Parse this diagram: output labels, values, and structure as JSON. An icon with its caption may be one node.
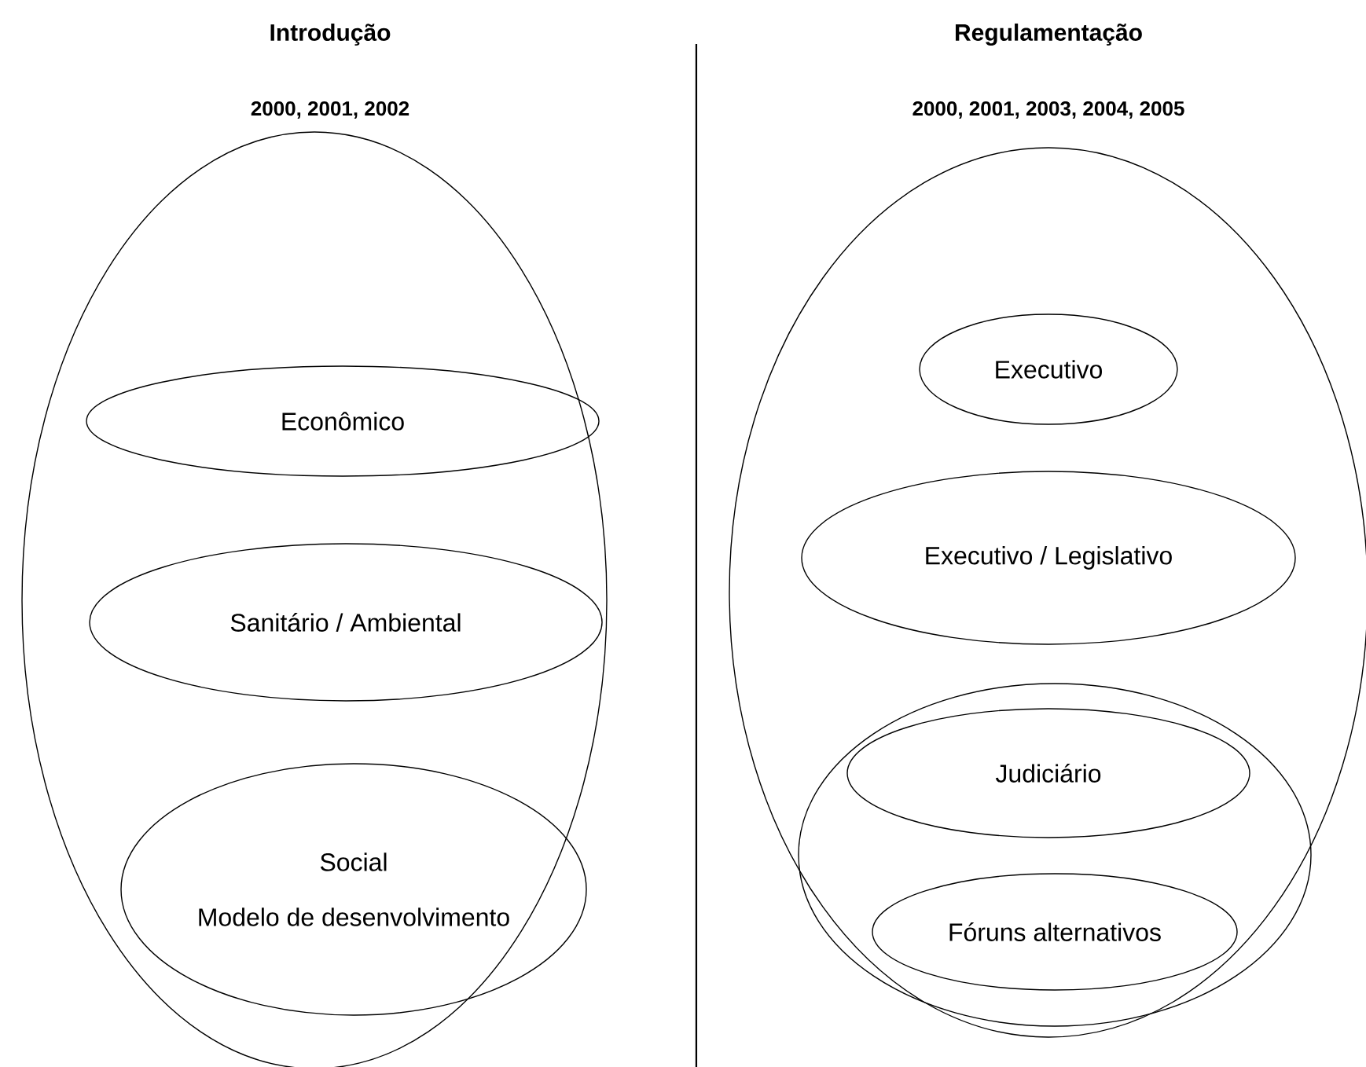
{
  "diagram": {
    "nodes": [
      {
        "text": [],
        "shape": "ellipse"
      },
      {
        "text": [
          "Econômico"
        ],
        "in": 0
      },
      {
        "text": [
          "Sanitário / Ambiental"
        ],
        "in": 0
      },
      {
        "text": [
          "Social",
          "Modelo de desenvolvimento"
        ],
        "in": 0
      },
      {
        "text": [],
        "shape": "ellipse"
      },
      {
        "text": [
          "Executivo"
        ],
        "in": 4
      },
      {
        "text": [
          "Executivo / Legislativo"
        ],
        "in": 4
      },
      {
        "text": [],
        "shape": "ellipse",
        "in": 4
      },
      {
        "text": [
          "Judiciário"
        ],
        "in": 7
      },
      {
        "text": [
          "Fóruns alternativos"
        ],
        "in": 7
      }
    ],
    "labels": [
      "Introdução",
      "Regulamentação",
      "2000, 2001, 2002",
      "2000, 2001, 2003, 2004, 2005"
    ]
  }
}
